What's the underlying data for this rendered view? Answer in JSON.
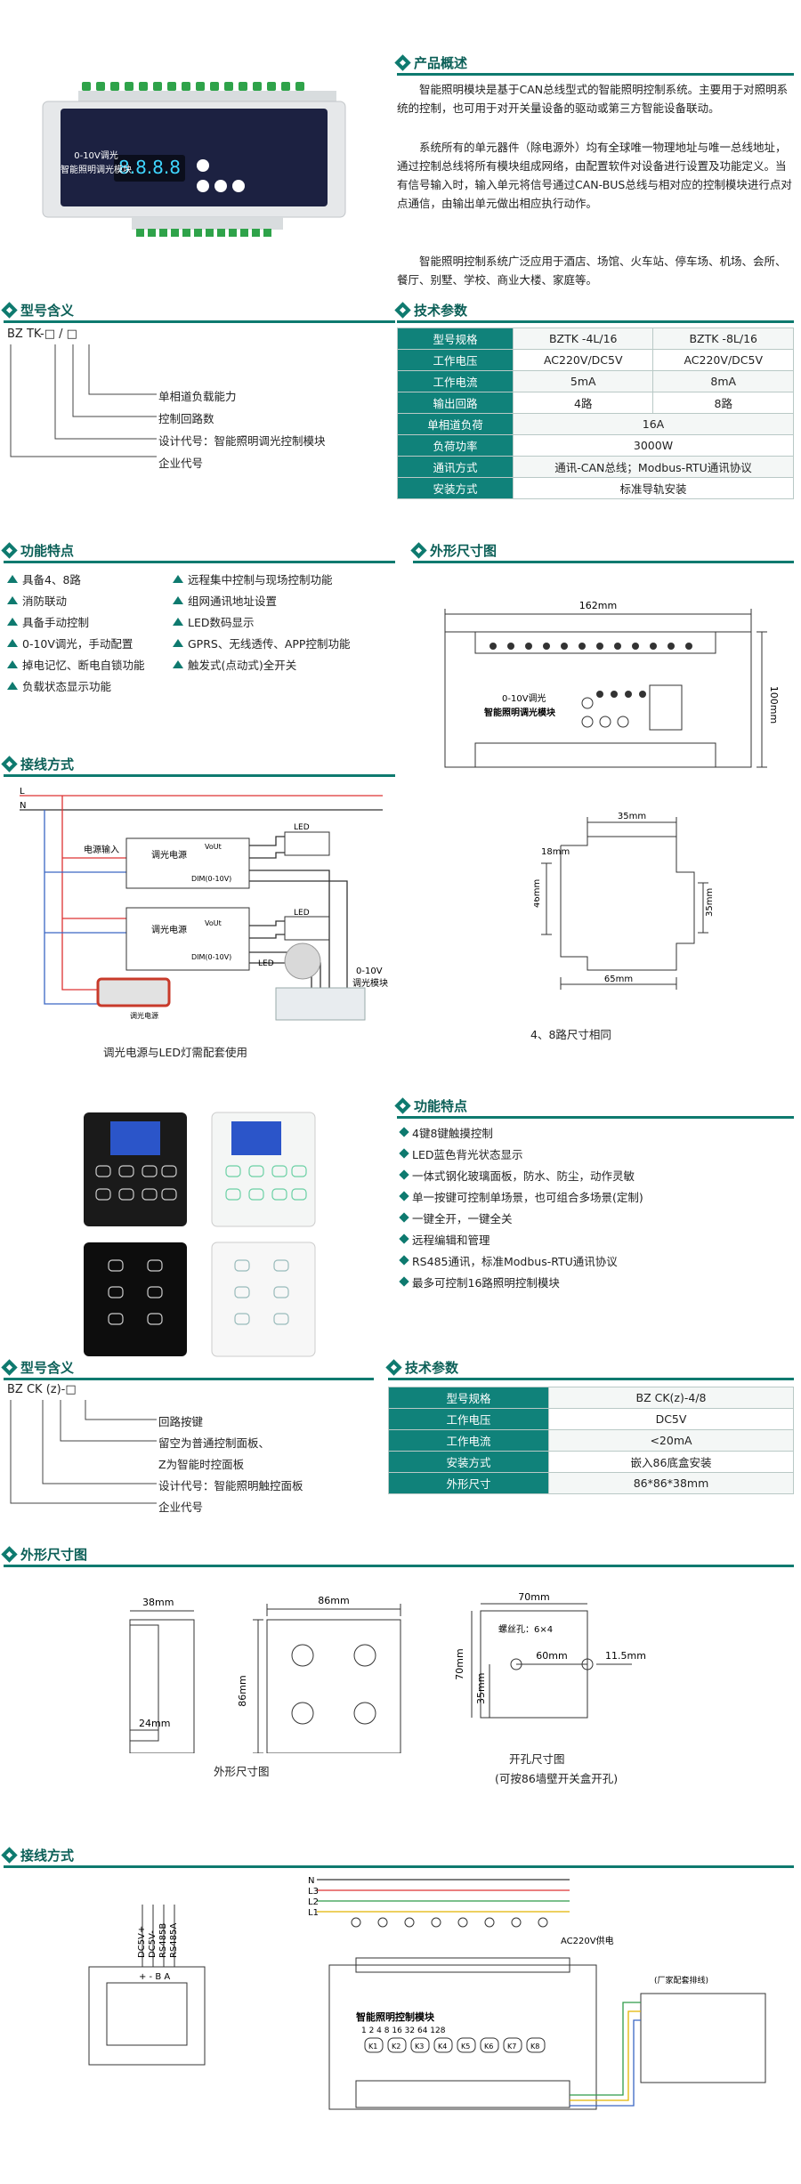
{
  "overview": {
    "title": "产品概述",
    "p1": "智能照明模块是基于CAN总线型式的智能照明控制系统。主要用于对照明系统的控制，也可用于对开关量设备的驱动或第三方智能设备联动。",
    "p2": "系统所有的单元器件（除电源外）均有全球唯一物理地址与唯一总线地址，通过控制总线将所有模块组成网络，由配置软件对设备进行设置及功能定义。当有信号输入时，输入单元将信号通过CAN-BUS总线与相对应的控制模块进行点对点通信，由输出单元做出相应执行动作。",
    "p3": "智能照明控制系统广泛应用于酒店、场馆、火车站、停车场、机场、会所、餐厅、别墅、学校、商业大楼、家庭等。"
  },
  "module_photo": {
    "line1": "0-10V调光",
    "line2": "智能照明调光模块",
    "digits": "8.8.8.8"
  },
  "model1": {
    "title": "型号含义",
    "code": "BZ  TK-□ / □",
    "items": [
      "单相道负载能力",
      "控制回路数",
      "设计代号：智能照明调光控制模块",
      "企业代号"
    ]
  },
  "spec1": {
    "title": "技术参数",
    "rows": [
      {
        "k": "型号规格",
        "v": [
          "BZTK -4L/16",
          "BZTK -8L/16"
        ]
      },
      {
        "k": "工作电压",
        "v": [
          "AC220V/DC5V",
          "AC220V/DC5V"
        ]
      },
      {
        "k": "工作电流",
        "v": [
          "5mA",
          "8mA"
        ]
      },
      {
        "k": "输出回路",
        "v": [
          "4路",
          "8路"
        ]
      },
      {
        "k": "单相道负荷",
        "v": [
          "16A"
        ]
      },
      {
        "k": "负荷功率",
        "v": [
          "3000W"
        ]
      },
      {
        "k": "通讯方式",
        "v": [
          "通讯-CAN总线；Modbus-RTU通讯协议"
        ]
      },
      {
        "k": "安装方式",
        "v": [
          "标准导轨安装"
        ]
      }
    ]
  },
  "features1": {
    "title": "功能特点",
    "left": [
      "具备4、8路",
      "消防联动",
      "具备手动控制",
      "0-10V调光，手动配置",
      "掉电记忆、断电自锁功能",
      "负载状态显示功能"
    ],
    "right": [
      "远程集中控制与现场控制功能",
      "组网通讯地址设置",
      "LED数码显示",
      "GPRS、无线透传、APP控制功能",
      "触发式(点动式)全开关"
    ]
  },
  "dims1": {
    "title": "外形尺寸图",
    "width": "162mm",
    "height": "100mm",
    "front_line1": "0-10V调光",
    "front_line2": "智能照明调光模块",
    "side_top": "35mm",
    "side_left": "18mm",
    "side_h1": "46mm",
    "side_h2": "35mm",
    "side_bottom": "65mm",
    "note": "4、8路尺寸相同"
  },
  "wiring1": {
    "title": "接线方式",
    "L": "L",
    "N": "N",
    "power_in": "电源输入",
    "dimmer": "调光电源",
    "vout": "VoUt",
    "dim": "DIM(0-10V)",
    "led": "LED",
    "module_label1": "0-10V",
    "module_label2": "调光模块",
    "dimmer_label": "调光电源",
    "caption": "调光电源与LED灯需配套使用"
  },
  "features2": {
    "title": "功能特点",
    "items": [
      "4键8键触摸控制",
      "LED蓝色背光状态显示",
      "一体式钢化玻璃面板，防水、防尘，动作灵敏",
      "单一按键可控制单场景，也可组合多场景(定制)",
      "一键全开，一键全关",
      "远程编辑和管理",
      "RS485通讯，标准Modbus-RTU通讯协议",
      "最多可控制16路照明控制模块"
    ]
  },
  "model2": {
    "title": "型号含义",
    "code": "BZ  CK (z)-□",
    "items": [
      "回路按键",
      "留空为普通控制面板、",
      "Z为智能时控面板",
      "设计代号：智能照明触控面板",
      "企业代号"
    ]
  },
  "spec2": {
    "title": "技术参数",
    "rows": [
      {
        "k": "型号规格",
        "v": "BZ CK(z)-4/8"
      },
      {
        "k": "工作电压",
        "v": "DC5V"
      },
      {
        "k": "工作电流",
        "v": "<20mA"
      },
      {
        "k": "安装方式",
        "v": "嵌入86底盒安装"
      },
      {
        "k": "外形尺寸",
        "v": "86*86*38mm"
      }
    ]
  },
  "dims2": {
    "title": "外形尺寸图",
    "d38": "38mm",
    "d24": "24mm",
    "d86w": "86mm",
    "d86h": "86mm",
    "caption1": "外形尺寸图",
    "d70w": "70mm",
    "d70h": "70mm",
    "d60": "60mm",
    "d11": "11.5mm",
    "d35": "35mm",
    "screw": "螺丝孔：6×4",
    "caption2": "开孔尺寸图",
    "caption3": "(可按86墙壁开关盒开孔)"
  },
  "wiring2": {
    "title": "接线方式",
    "terms": [
      "DC5V+",
      "DC5V-",
      "RS485B",
      "RS485A"
    ],
    "term_marks": "+ -  B  A",
    "lines": [
      "N",
      "L3",
      "L2",
      "L1"
    ],
    "ac": "AC220V供电",
    "module_name": "智能照明控制模块",
    "keys_top": "1  2  4  8  16  32  64  128",
    "keys": [
      "K1",
      "K2",
      "K3",
      "K4",
      "K5",
      "K6",
      "K7",
      "K8"
    ],
    "panel_label": "(厂家配套排线)"
  },
  "colors": {
    "accent": "#0e7a6f",
    "table_head": "#10827a"
  }
}
